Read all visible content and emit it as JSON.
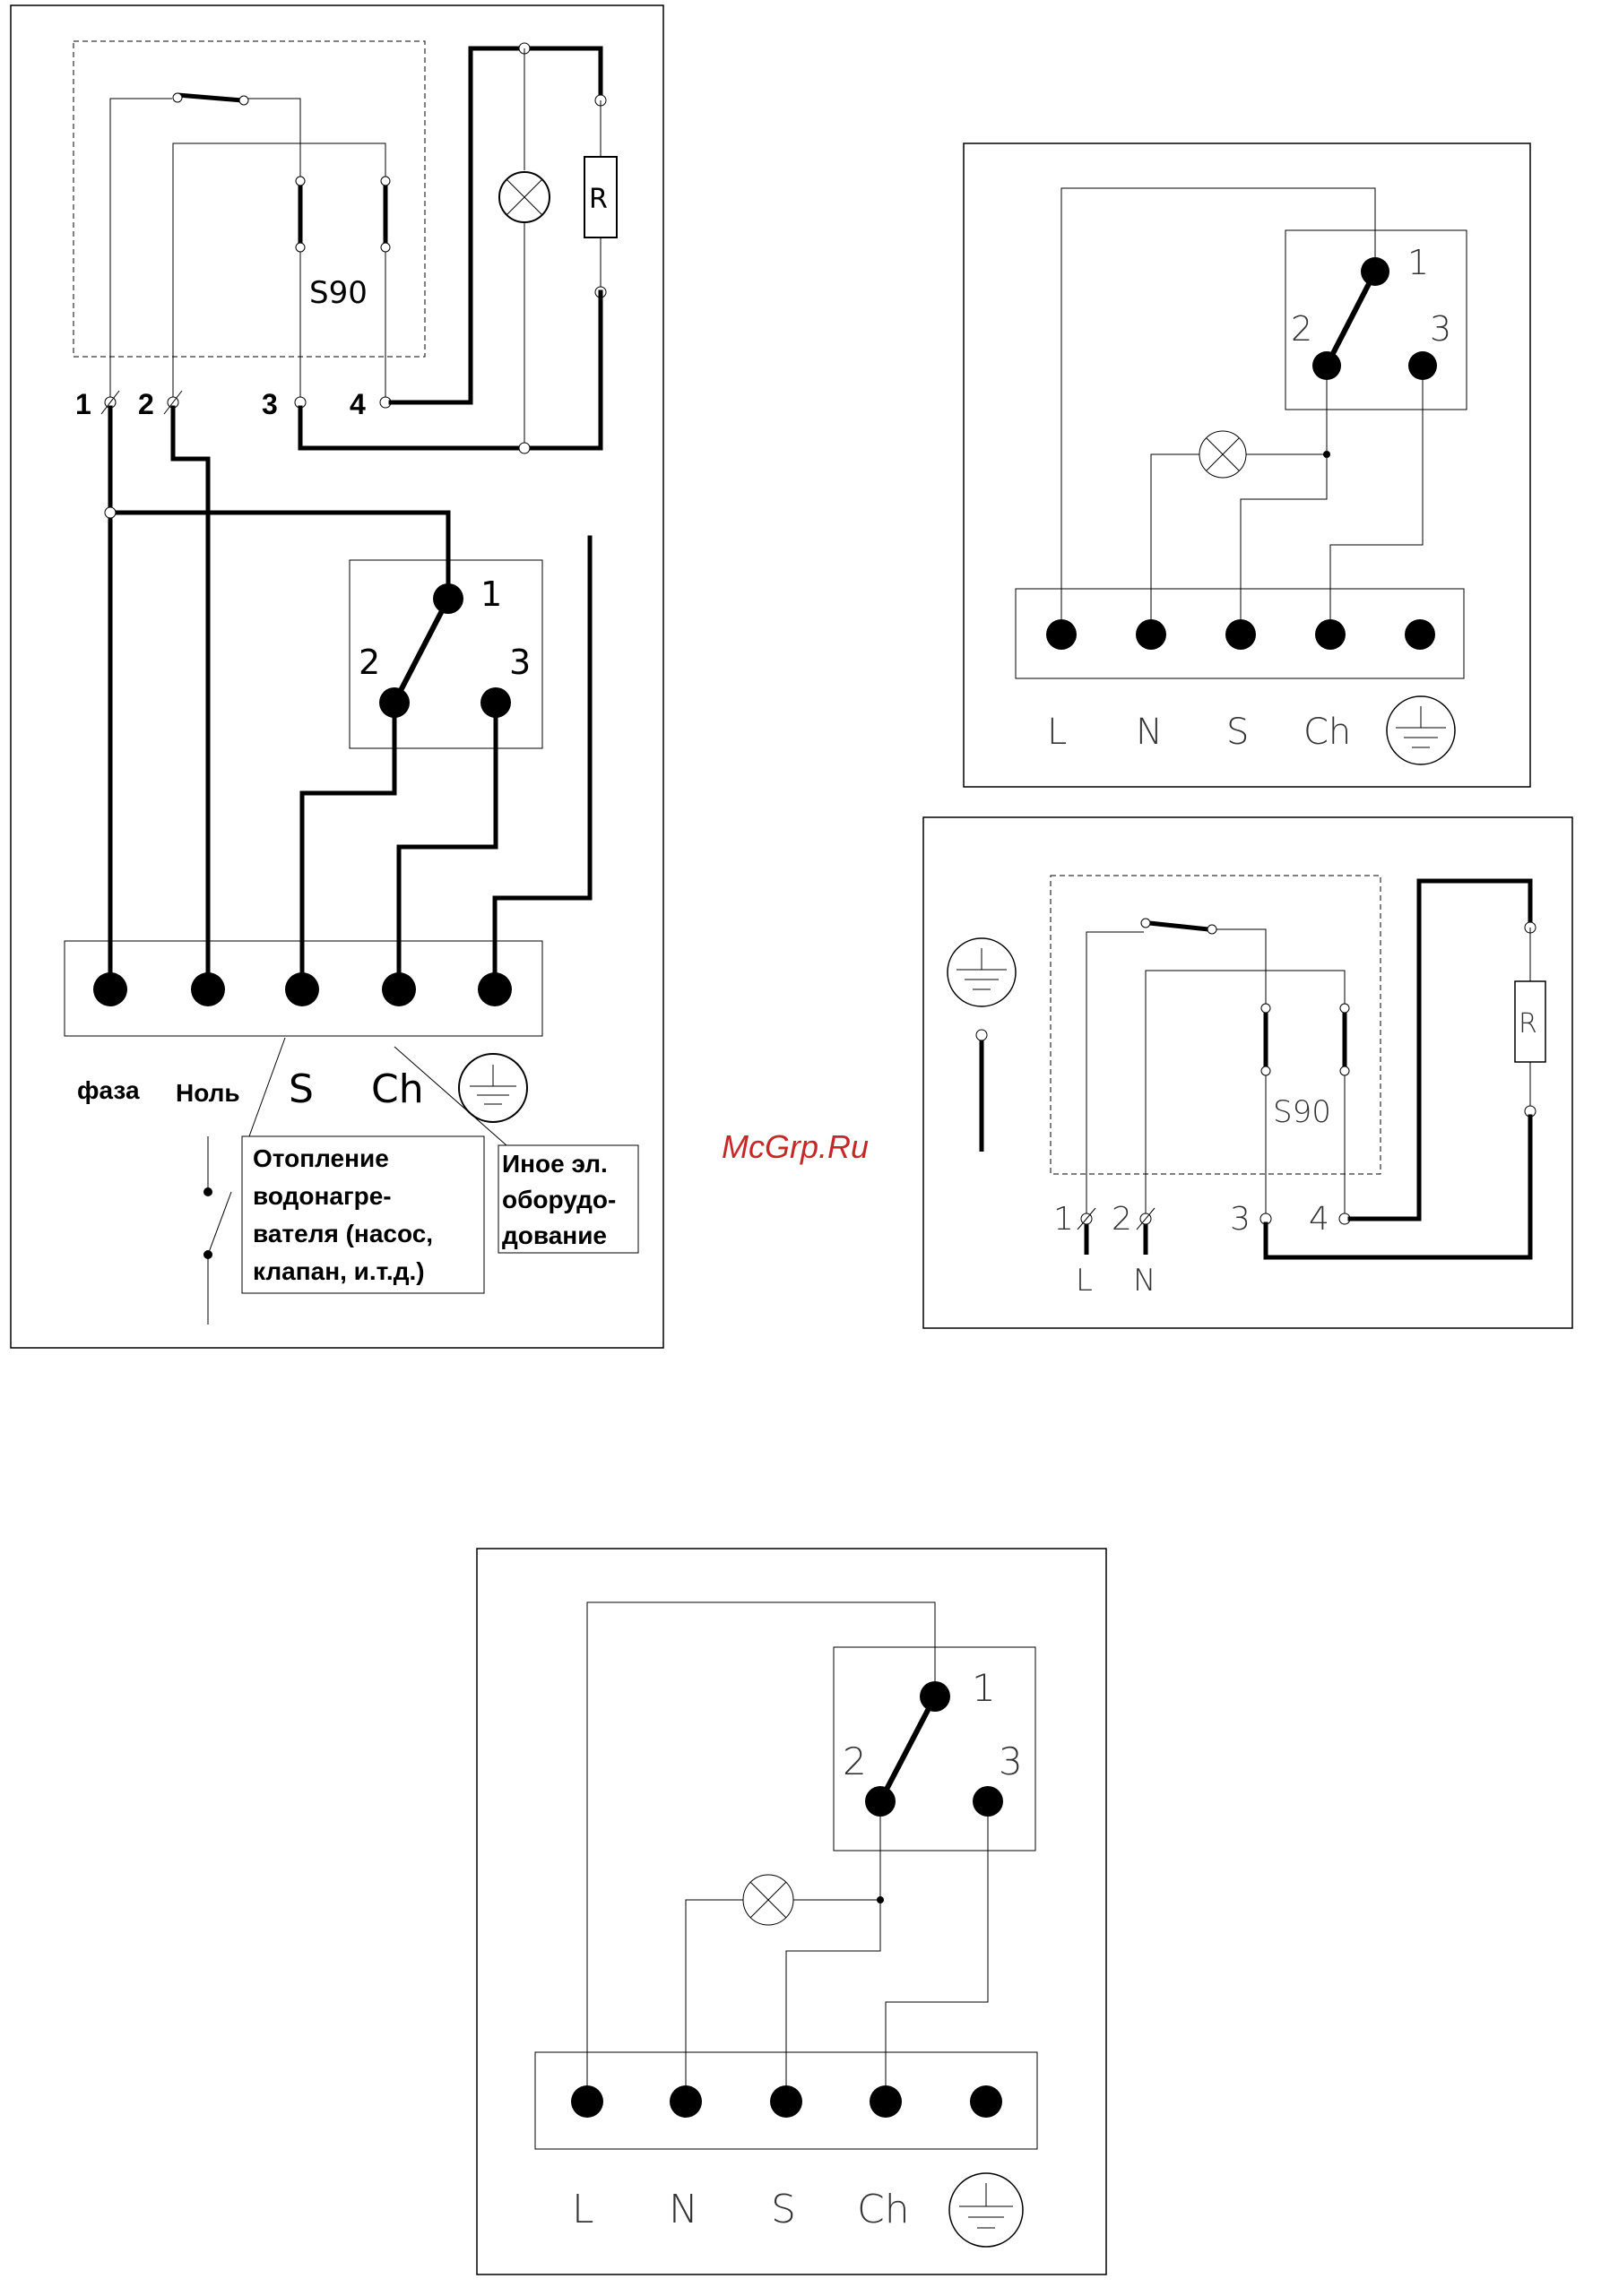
{
  "watermark": "McGrp.Ru",
  "diagram_left": {
    "terminals_top": [
      "1",
      "2",
      "3",
      "4"
    ],
    "sensor_label": "S90",
    "resistor_label": "R",
    "switch_pins": [
      "1",
      "2",
      "3"
    ],
    "bottom_terminals": [
      "фаза",
      "Ноль",
      "S",
      "Ch"
    ],
    "note_heating": [
      "Отопление",
      "водонагре-",
      "вателя (насос,",
      "клапан, и.т.д.)"
    ],
    "note_other": [
      "Иное эл.",
      "оборудо-",
      "дование"
    ]
  },
  "diagram_top_right": {
    "switch_pins": [
      "1",
      "2",
      "3"
    ],
    "terminals": [
      "L",
      "N",
      "S",
      "Ch"
    ]
  },
  "diagram_mid_right": {
    "sensor_label": "S90",
    "resistor_label": "R",
    "terminals_top": [
      "1",
      "2",
      "3",
      "4"
    ],
    "supply": [
      "L",
      "N"
    ]
  },
  "diagram_bottom": {
    "switch_pins": [
      "1",
      "2",
      "3"
    ],
    "terminals": [
      "L",
      "N",
      "S",
      "Ch"
    ]
  }
}
